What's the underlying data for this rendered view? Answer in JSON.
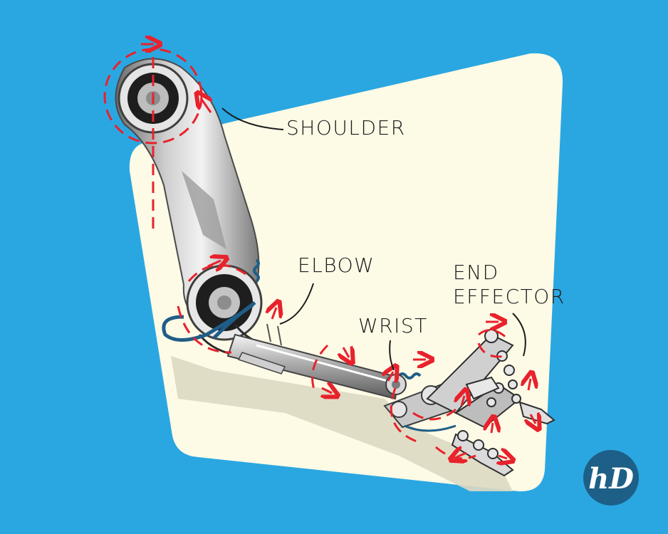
{
  "colors": {
    "background": "#2aa7e1",
    "panel": "#fdfae6",
    "metal_light": "#d8d8d8",
    "metal_mid": "#a9a9a9",
    "metal_dark": "#5d5d5d",
    "motion_red": "#e8222c",
    "cable_blue": "#1f5d86",
    "leader": "#1b1b1b",
    "logo_fill": "#1d5f87"
  },
  "labels": {
    "shoulder": "SHOULDER",
    "elbow": "ELBOW",
    "wrist": "WRIST",
    "end_effector_line1": "END",
    "end_effector_line2": "EFFECTOR"
  },
  "logo": {
    "text": "hD"
  },
  "icons": [
    "rotation-arrow-icon",
    "logo-icon"
  ]
}
